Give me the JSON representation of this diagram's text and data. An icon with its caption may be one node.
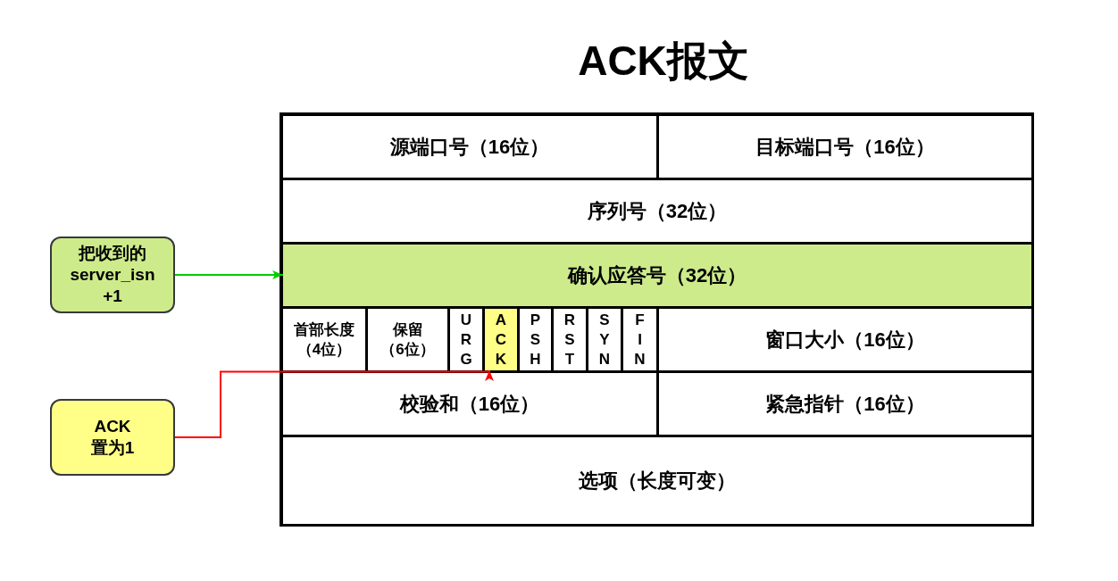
{
  "diagram": {
    "title": "ACK报文",
    "nodes": [
      {
        "text": [
          "源端口号（16位）"
        ]
      },
      {
        "text": [
          "目标端口号（16位）"
        ]
      },
      {
        "text": [
          "序列号（32位）"
        ]
      },
      {
        "text": [
          "确认应答号（32位）"
        ]
      },
      {
        "text": [
          "首部长度（4位）"
        ]
      },
      {
        "text": [
          "保留（6位）"
        ]
      },
      {
        "text": [
          "URG"
        ]
      },
      {
        "text": [
          "ACK"
        ]
      },
      {
        "text": [
          "PSH"
        ]
      },
      {
        "text": [
          "RST"
        ]
      },
      {
        "text": [
          "SYN"
        ]
      },
      {
        "text": [
          "FIN"
        ]
      },
      {
        "text": [
          "窗口大小（16位）"
        ]
      },
      {
        "text": [
          "校验和（16位）"
        ]
      },
      {
        "text": [
          "紧急指针（16位）"
        ]
      },
      {
        "text": [
          "选项（长度可变）"
        ]
      },
      {
        "text": [
          "把收到的 server_isn +1"
        ]
      },
      {
        "text": [
          "ACK 置为1"
        ]
      }
    ],
    "edges": [
      {
        "from": 16,
        "to": 3,
        "arrow": "to",
        "color": "#00cc00"
      },
      {
        "from": 17,
        "to": 7,
        "arrow": "to",
        "color": "#ff0000"
      }
    ]
  }
}
